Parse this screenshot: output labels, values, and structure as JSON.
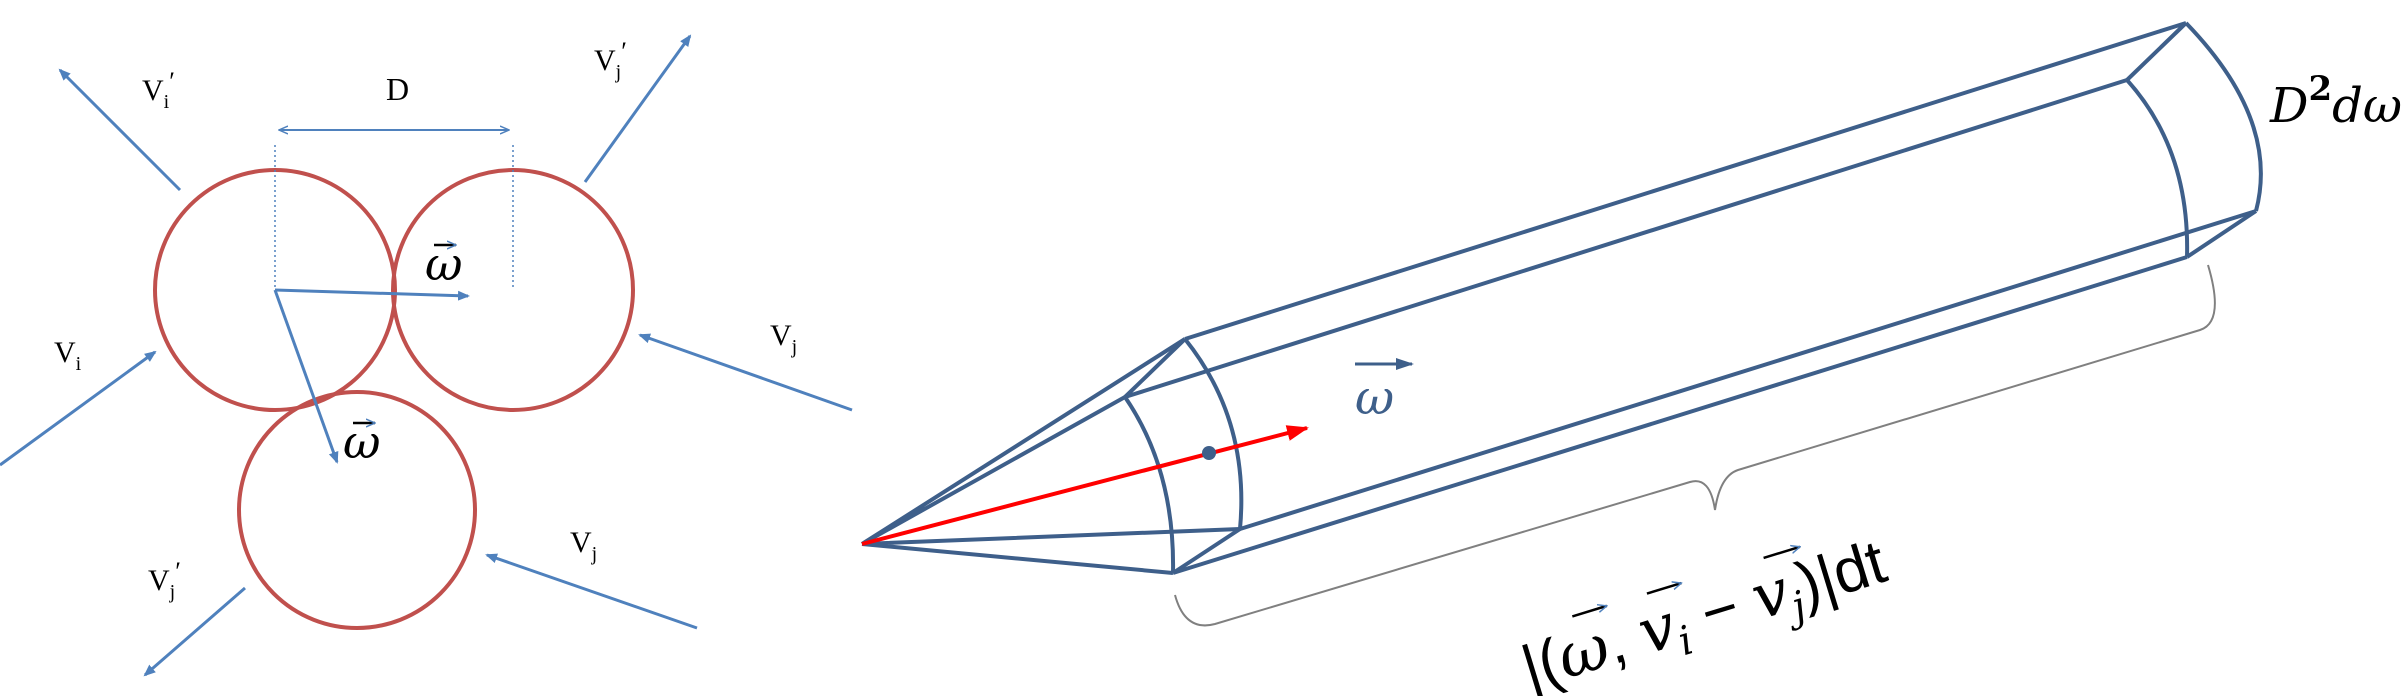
{
  "left_diagram": {
    "labels": {
      "vi_prime": "V",
      "vi_prime_sub": "i",
      "vj_prime_top": "V",
      "vj_prime_top_sub": "j",
      "distance": "D",
      "omega1": "ω",
      "omega2": "ω",
      "vi": "V",
      "vi_sub": "i",
      "vj_right": "V",
      "vj_right_sub": "j",
      "vj_bottom": "V",
      "vj_bottom_sub": "j",
      "vj_prime_bottom": "V",
      "vj_prime_bottom_sub": "j",
      "prime": "′"
    },
    "colors": {
      "circle": "#C0504D",
      "arrow": "#4F81BD"
    }
  },
  "right_diagram": {
    "labels": {
      "omega": "ω",
      "area_D": "D",
      "area_exp": "2",
      "area_domega": "dω",
      "length_open": "|(",
      "length_omega": "ω",
      "length_comma": ", ",
      "length_vi": "v",
      "length_vi_sub": "i",
      "length_minus": " − ",
      "length_vj": "v",
      "length_vj_sub": "j",
      "length_close": ")|dt"
    },
    "colors": {
      "prism": "#3E5F8A",
      "vector": "#FF0000",
      "bracket": "#808080"
    }
  }
}
